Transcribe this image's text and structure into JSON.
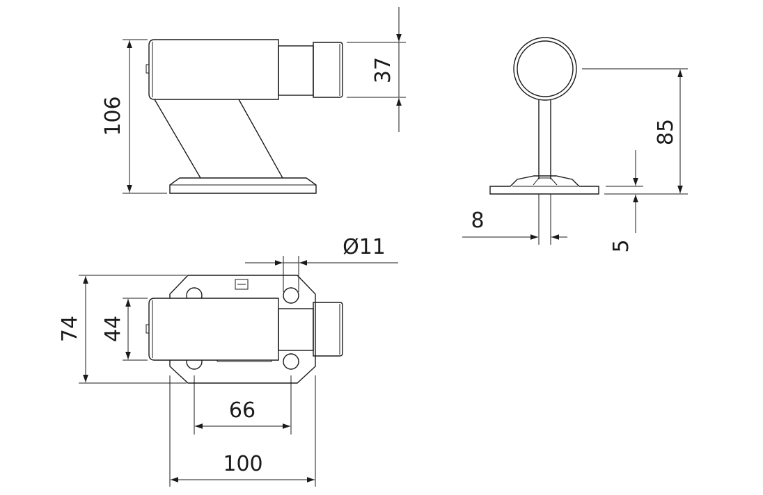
{
  "dimensions": {
    "height_side": "106",
    "stop_diameter_side": "37",
    "height_front": "85",
    "rod_width": "8",
    "base_thickness": "5",
    "hole_diameter": "Ø11",
    "plate_height": "74",
    "body_height": "44",
    "hole_spacing": "66",
    "plate_width": "100"
  }
}
